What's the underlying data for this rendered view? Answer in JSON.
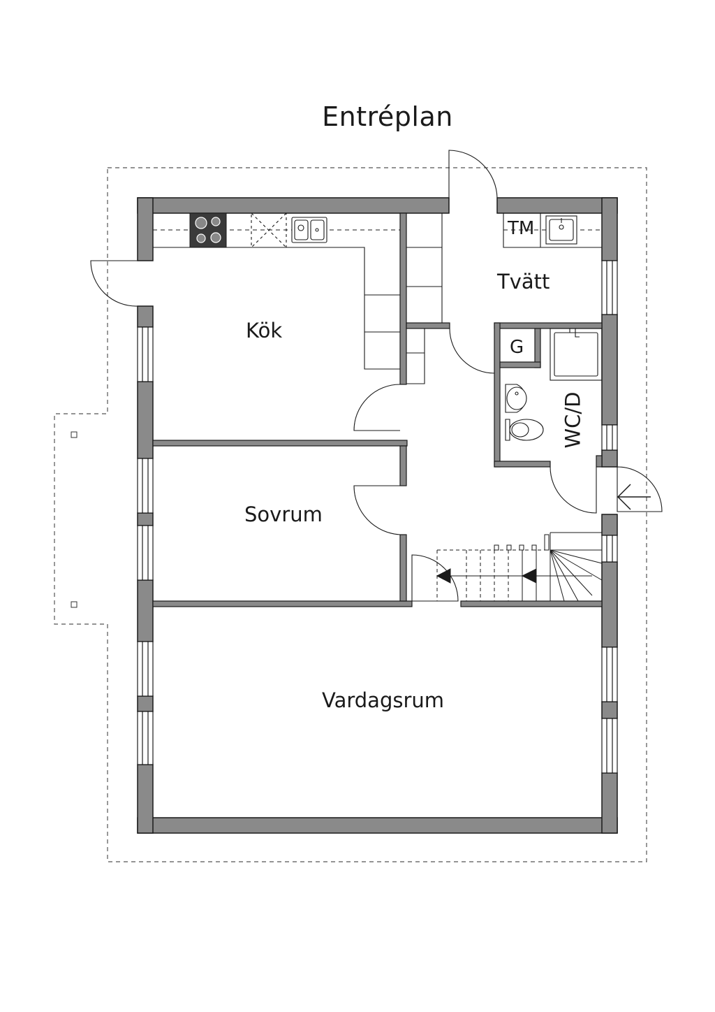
{
  "title": "Entréplan",
  "rooms": {
    "kitchen": "Kök",
    "laundry": "Tvätt",
    "washing_machine": "TM",
    "cabinet": "G",
    "bathroom": "WC/D",
    "bedroom": "Sovrum",
    "living_room": "Vardagsrum"
  },
  "colors": {
    "wall": "#8a8a8a",
    "outline": "#1a1a1a",
    "stove": "#3a3a3a"
  }
}
